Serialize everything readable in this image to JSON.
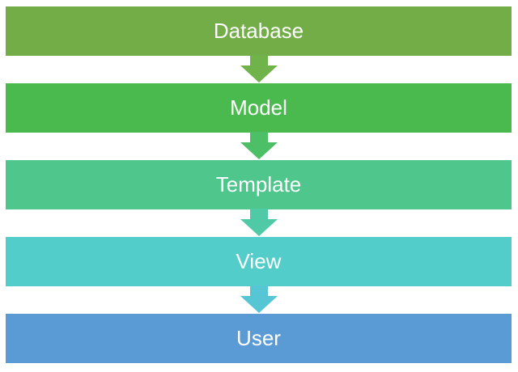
{
  "diagram": {
    "layers": [
      {
        "label": "Database",
        "color": "#72ad47"
      },
      {
        "label": "Model",
        "color": "#4aba4f"
      },
      {
        "label": "Template",
        "color": "#4fc68c"
      },
      {
        "label": "View",
        "color": "#52cdc9"
      },
      {
        "label": "User",
        "color": "#5b9bd5"
      }
    ],
    "arrows": [
      {
        "color": "#6fb34a"
      },
      {
        "color": "#4dbf67"
      },
      {
        "color": "#50c9a7"
      },
      {
        "color": "#56c5d4"
      }
    ]
  }
}
